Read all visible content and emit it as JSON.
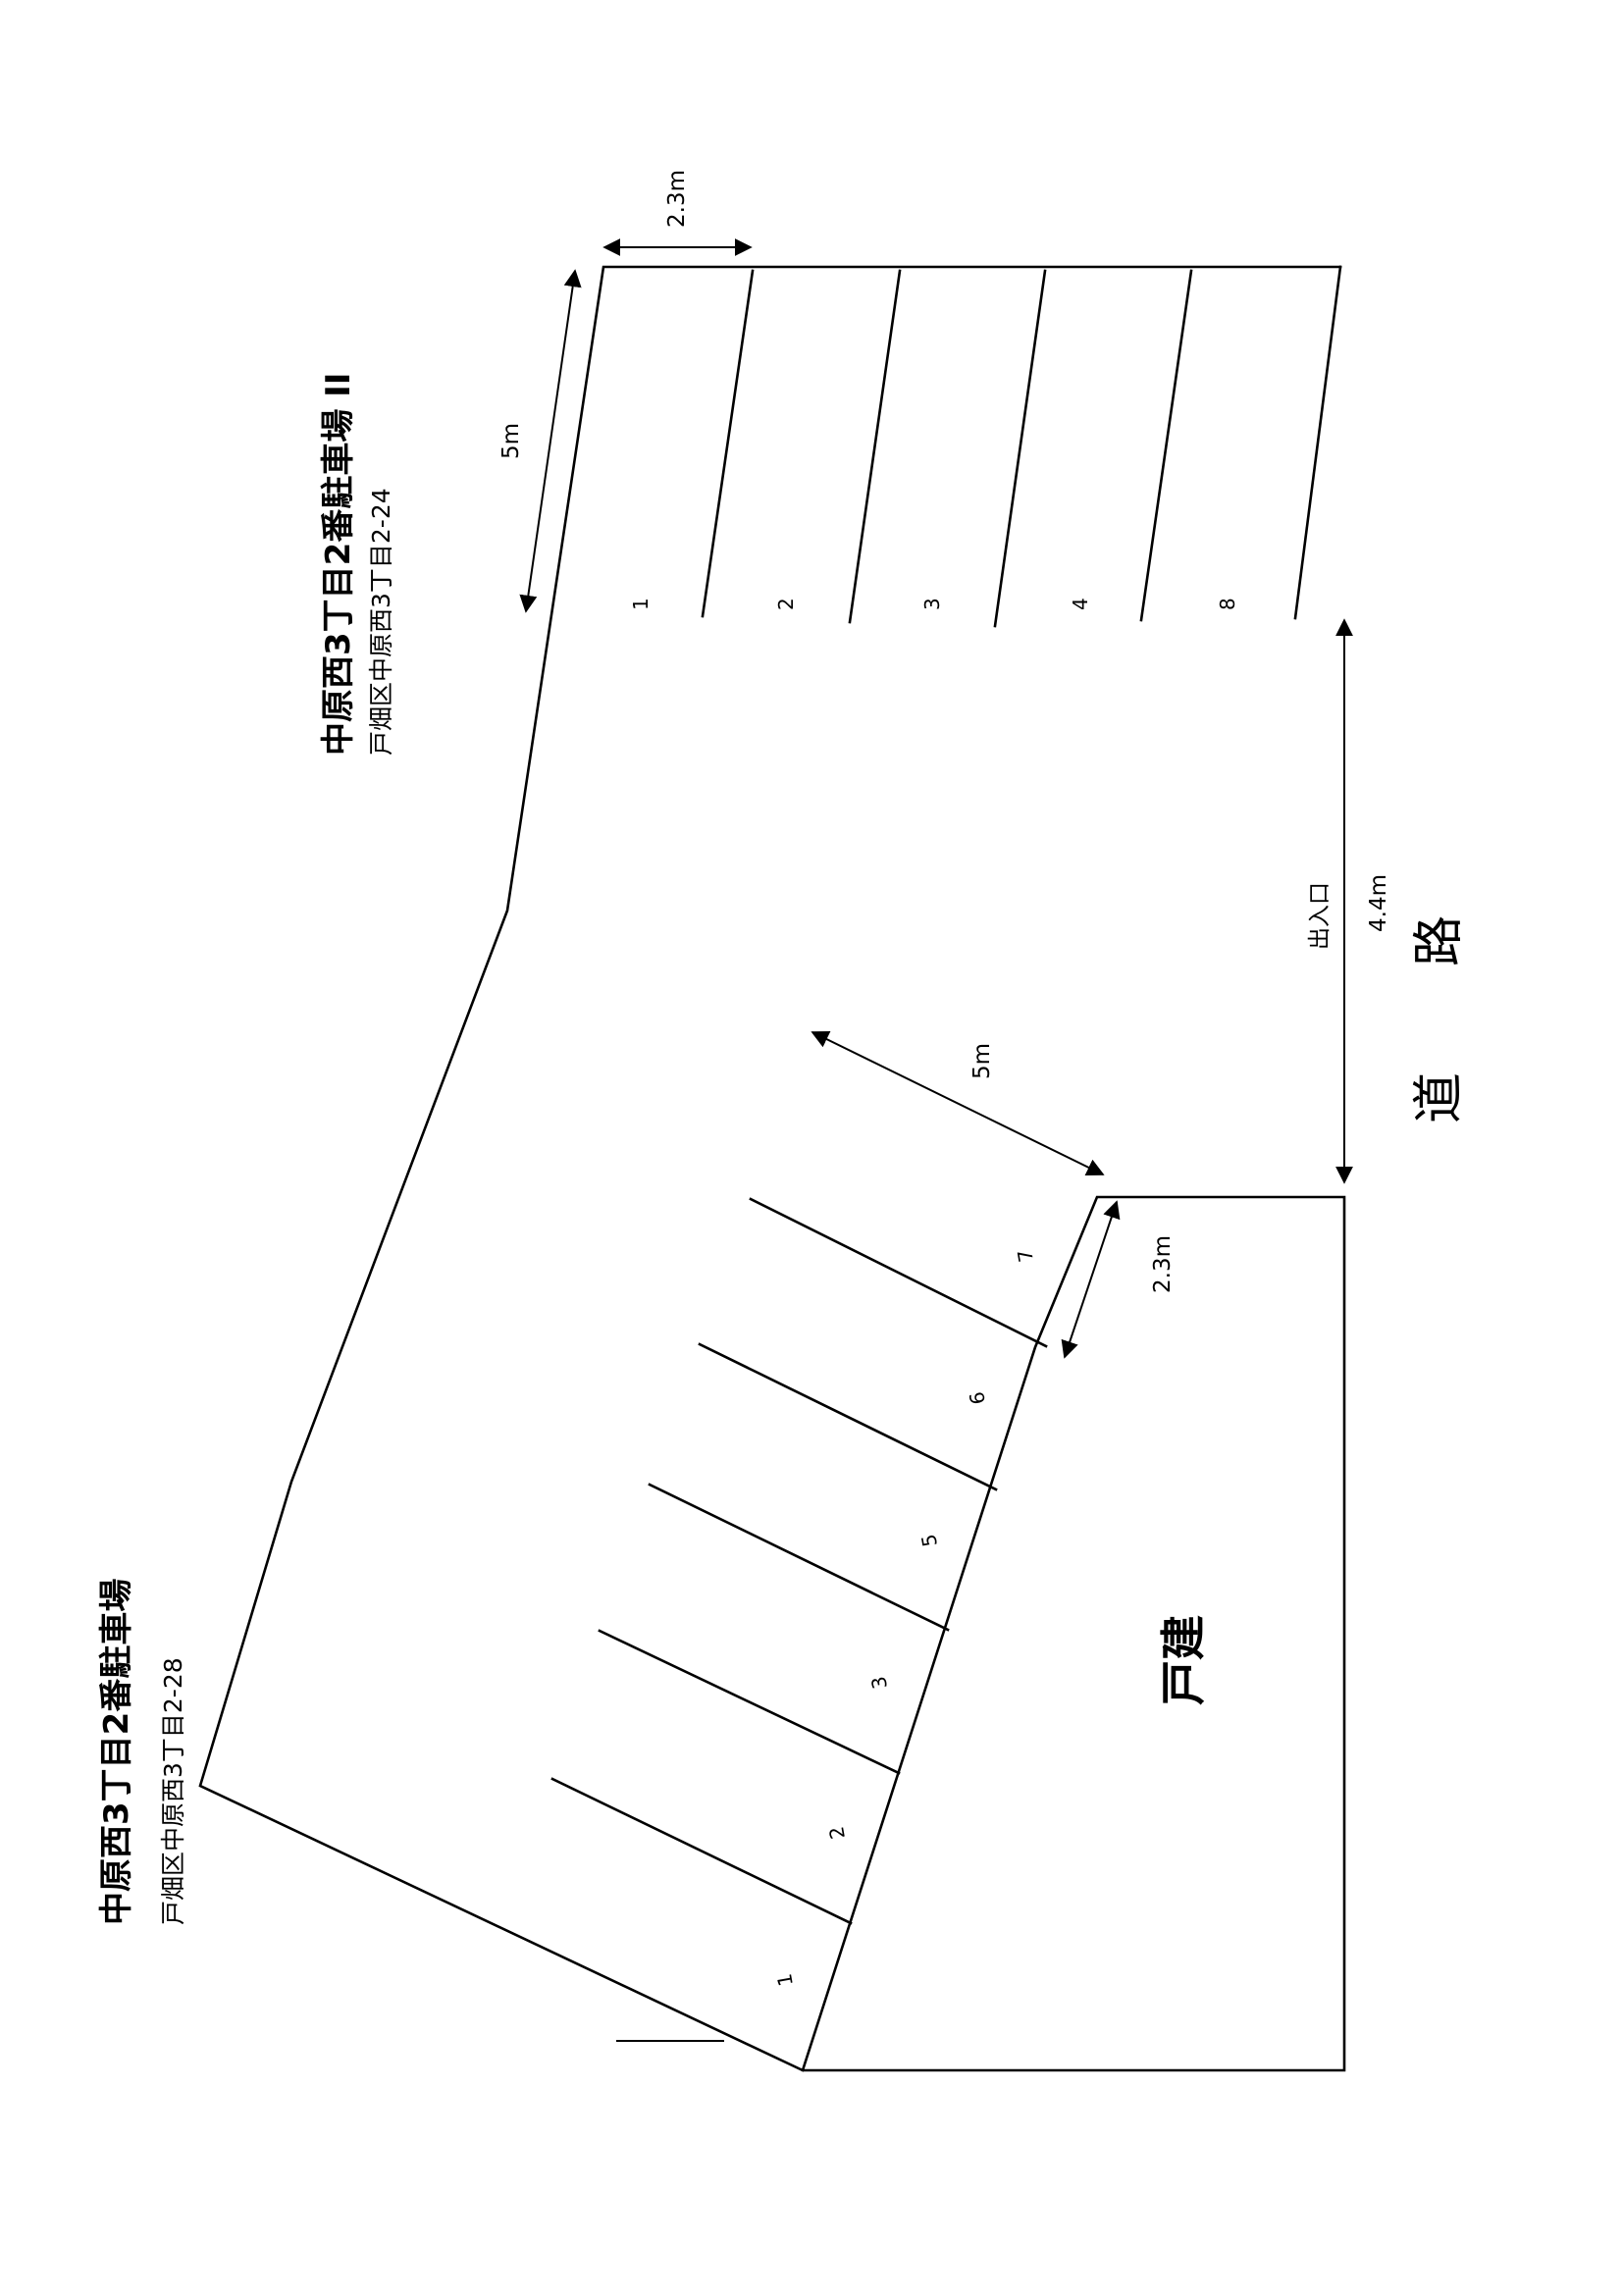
{
  "lot2": {
    "title": "中原西3丁目2番駐車場 II",
    "address": "戸畑区中原西3丁目2-24",
    "spaces": [
      "1",
      "2",
      "3",
      "4",
      "8"
    ],
    "width_label": "2.3m",
    "length_label": "5m"
  },
  "lot1": {
    "title": "中原西3丁目2番駐車場",
    "address": "戸畑区中原西3丁目2-28",
    "spaces": [
      "1",
      "2",
      "3",
      "5",
      "6",
      "7"
    ],
    "width_label": "2.3m",
    "length_label": "5m"
  },
  "entrance": {
    "label": "出入口",
    "width_label": "4.4m"
  },
  "road": {
    "char1": "道",
    "char2": "路"
  },
  "house": {
    "label": "戸建"
  }
}
